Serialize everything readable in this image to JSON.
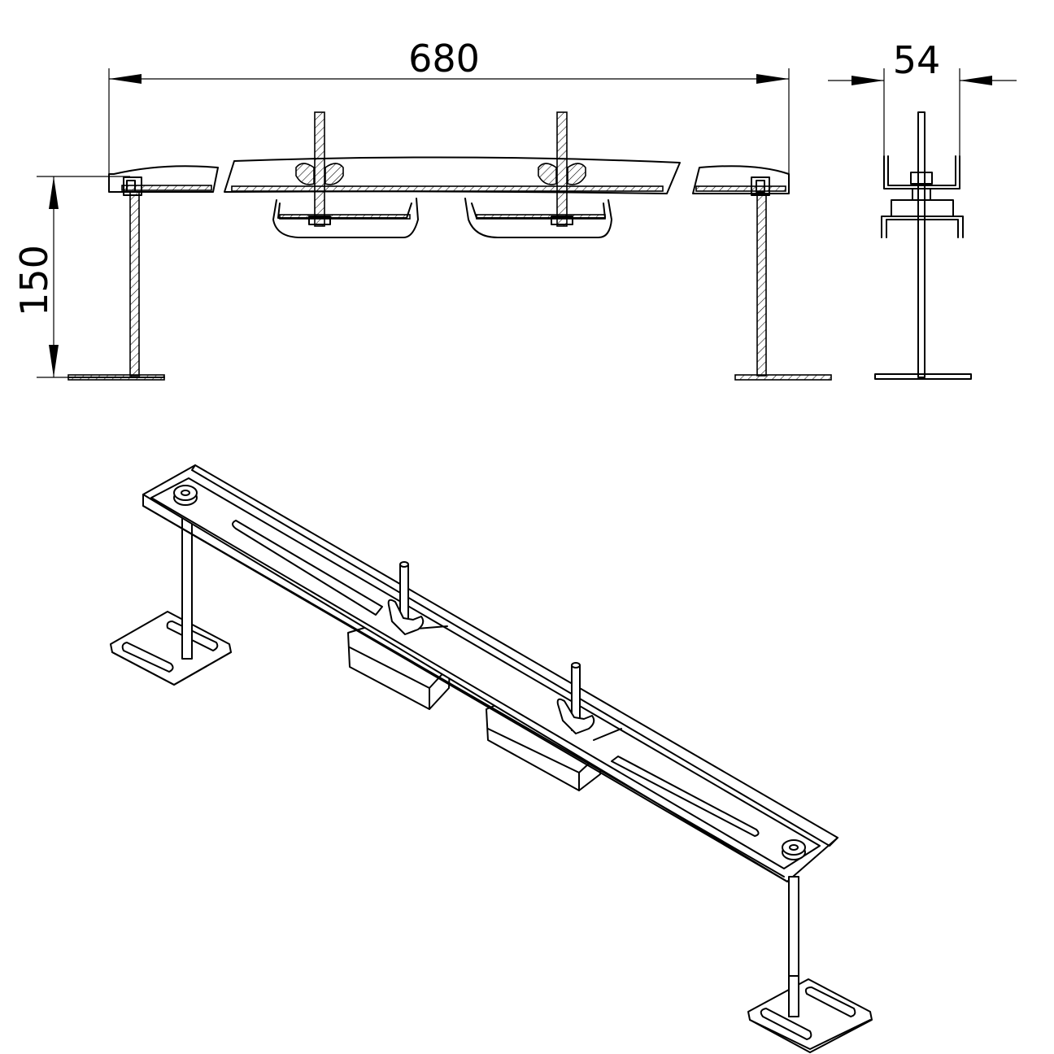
{
  "dimensions": {
    "overall_width": "680",
    "profile_width": "54",
    "height": "150"
  }
}
